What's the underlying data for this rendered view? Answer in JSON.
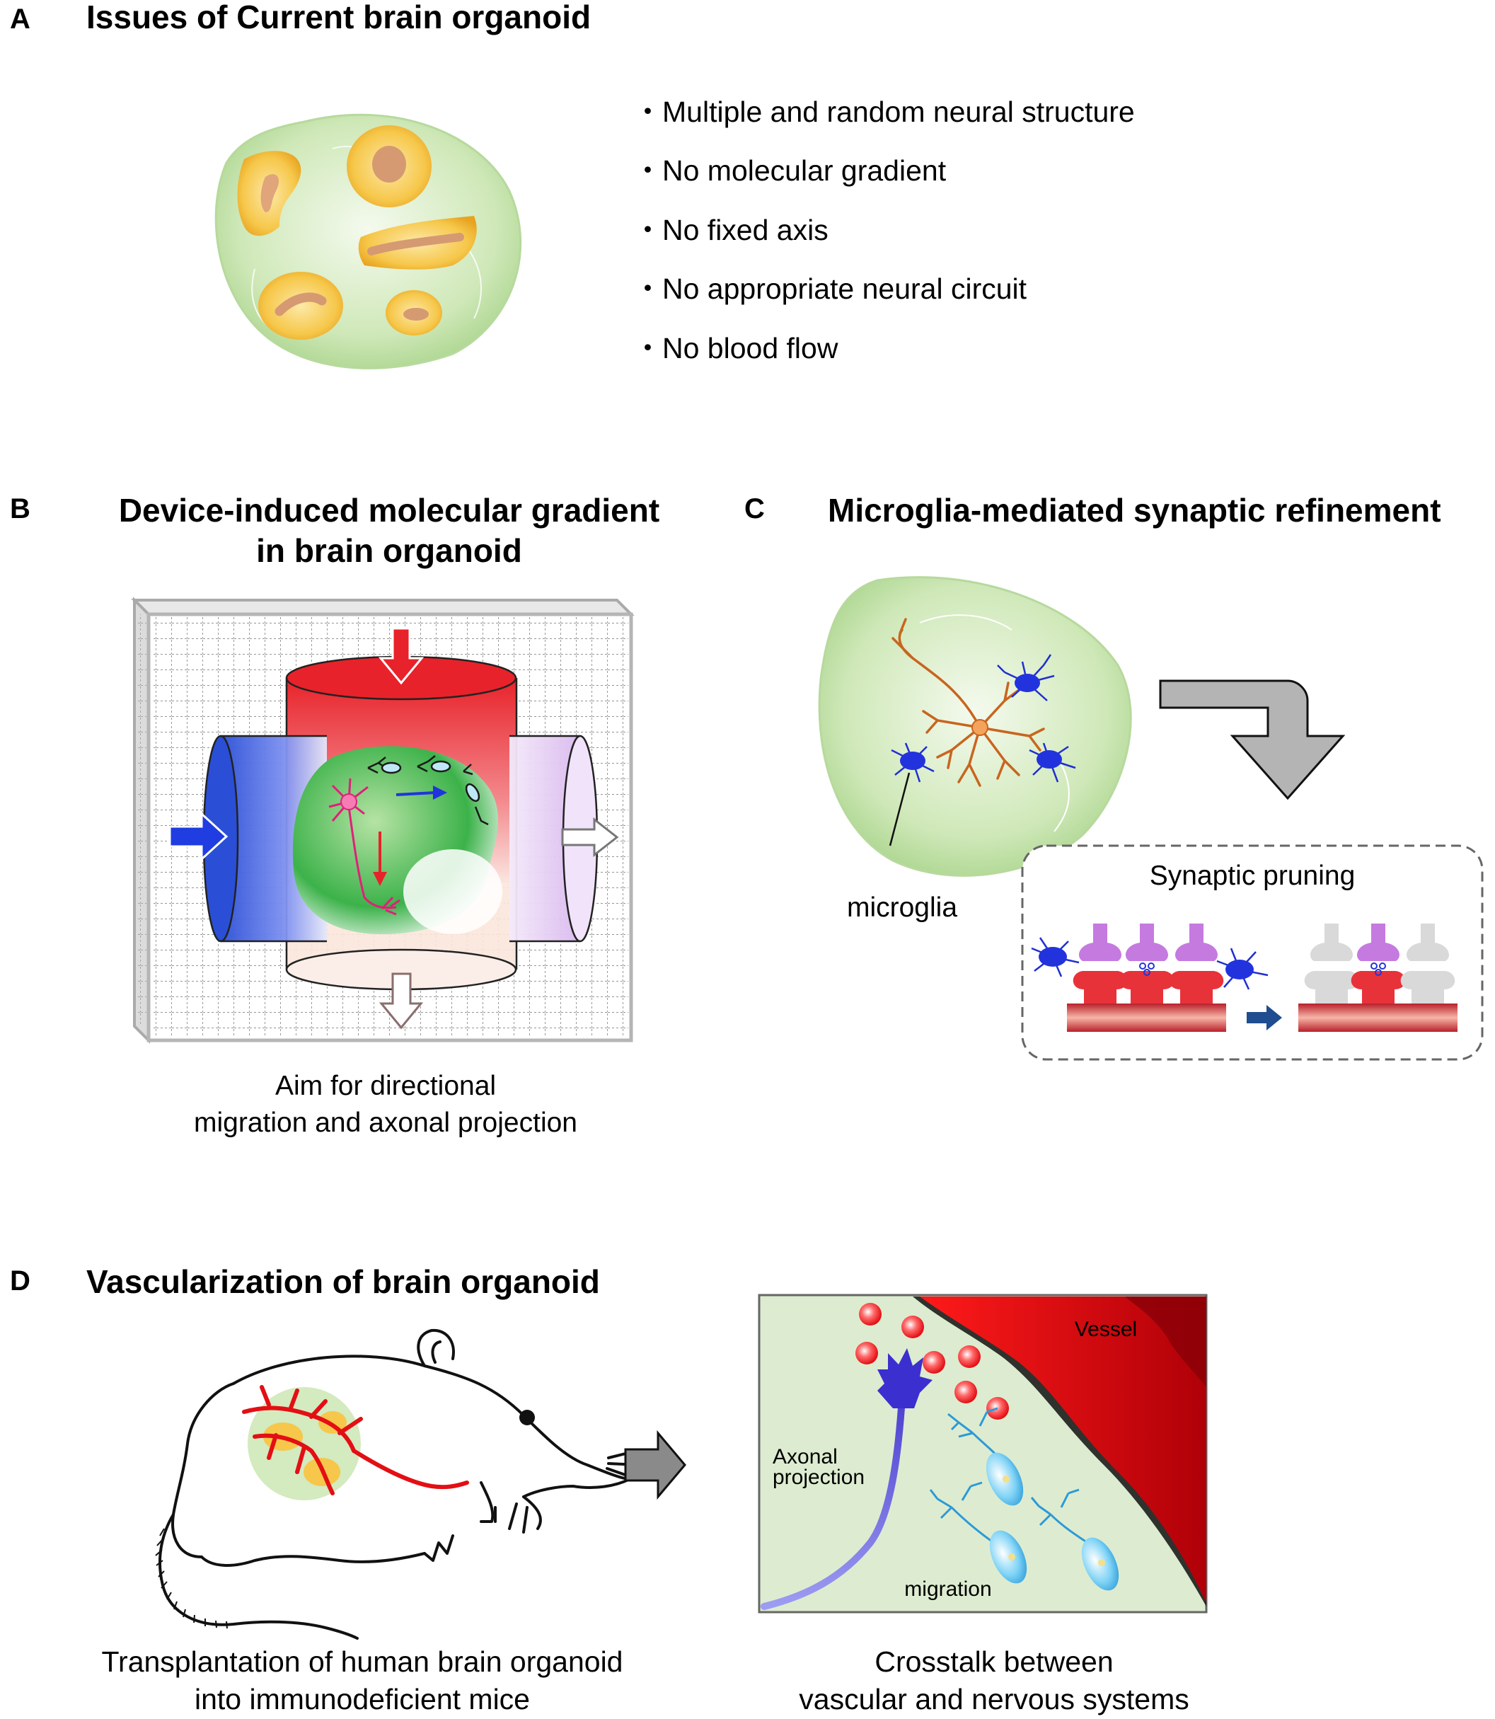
{
  "panelA": {
    "letter": "A",
    "title": "Issues of Current brain organoid",
    "bullets": [
      "・Multiple and random neural structure",
      "・No molecular gradient",
      "・No fixed axis",
      "・No appropriate neural circuit",
      "・No blood flow"
    ]
  },
  "panelB": {
    "letter": "B",
    "title_line1": "Device-induced molecular gradient",
    "title_line2": "in brain organoid",
    "caption_line1": "Aim for directional",
    "caption_line2": "migration and axonal projection"
  },
  "panelC": {
    "letter": "C",
    "title": "Microglia-mediated synaptic refinement",
    "microglia_label": "microglia",
    "pruning_label": "Synaptic pruning"
  },
  "panelD": {
    "letter": "D",
    "title": "Vascularization of brain organoid",
    "left_caption_line1": "Transplantation of human brain organoid",
    "left_caption_line2": "into immunodeficient mice",
    "right_caption_line1": "Crosstalk between",
    "right_caption_line2": "vascular and nervous systems",
    "vessel_label": "Vessel",
    "axonal_label_line1": "Axonal",
    "axonal_label_line2": "projection",
    "migration_label": "migration"
  },
  "colors": {
    "organoid_green": "#cfe8b8",
    "structure_yellow": "#f6c74a",
    "gradient_red": "#e8222a",
    "gradient_blue": "#2a4fd6",
    "microglia_blue": "#1f2fd0",
    "neuron_orange": "#c8651e",
    "vessel_red": "#e30f14"
  }
}
